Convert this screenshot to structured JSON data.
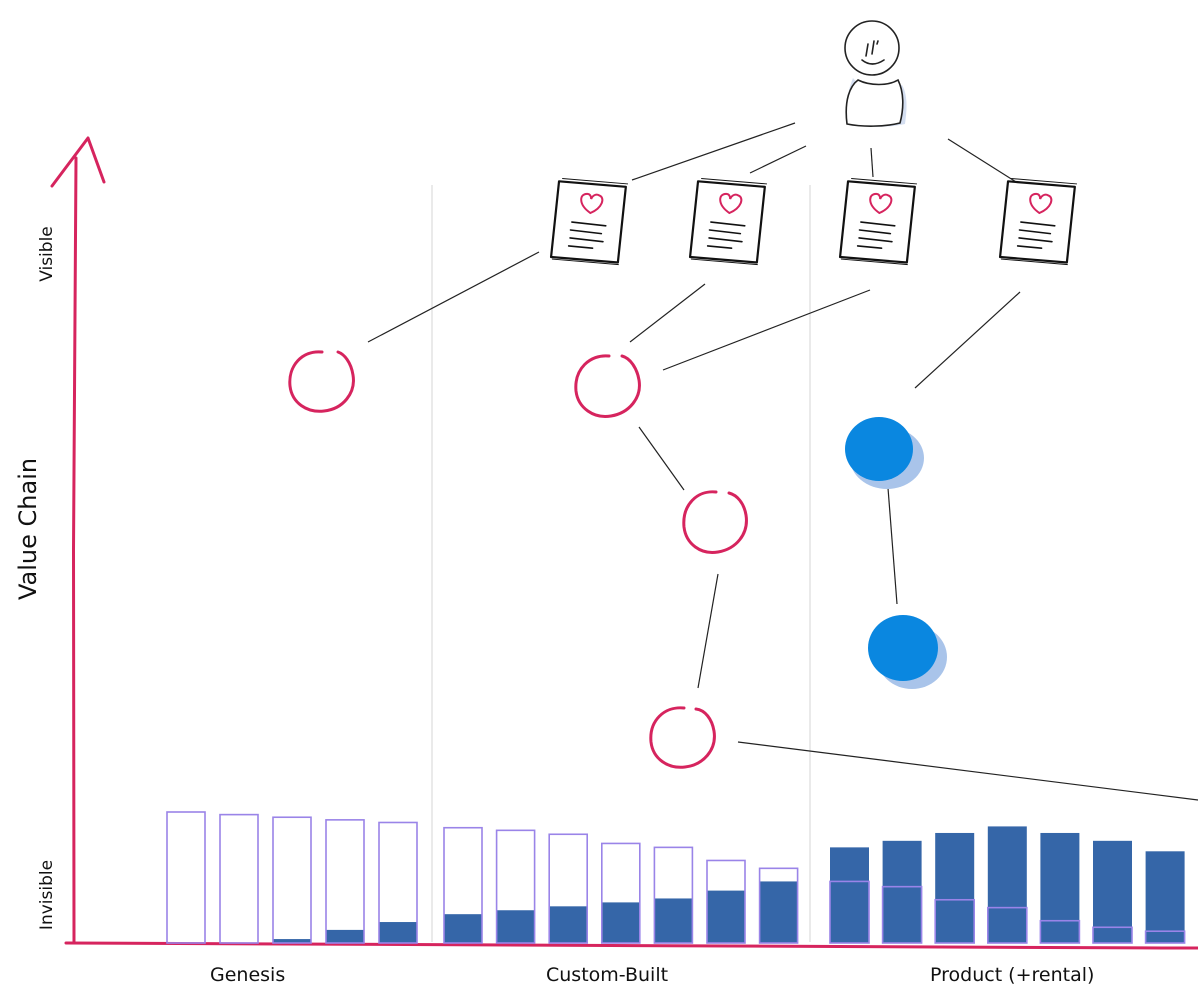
{
  "axis": {
    "y_title": "Value Chain",
    "y_top": "Visible",
    "y_bottom": "Invisible"
  },
  "stages": [
    "Genesis",
    "Custom-Built",
    "Product (+rental)"
  ],
  "colors": {
    "axis": "#d6245e",
    "outline_node": "#d6245e",
    "filled_node": "#0a87e0",
    "bar_fill": "#3566a8",
    "bar_outline": "#9a84e8",
    "divider": "#dddddd",
    "link": "#222222"
  },
  "icons": [
    "user-icon",
    "document-heart-icon",
    "document-heart-icon",
    "document-heart-icon",
    "document-heart-icon"
  ],
  "evolution_bars": {
    "genesis": [
      {
        "outline": 1.0,
        "fill": 0.0
      },
      {
        "outline": 0.98,
        "fill": 0.0
      },
      {
        "outline": 0.96,
        "fill": 0.03
      },
      {
        "outline": 0.94,
        "fill": 0.1
      },
      {
        "outline": 0.92,
        "fill": 0.16
      }
    ],
    "custom_built": [
      {
        "outline": 0.88,
        "fill": 0.22
      },
      {
        "outline": 0.86,
        "fill": 0.25
      },
      {
        "outline": 0.83,
        "fill": 0.28
      },
      {
        "outline": 0.76,
        "fill": 0.31
      },
      {
        "outline": 0.73,
        "fill": 0.34
      },
      {
        "outline": 0.63,
        "fill": 0.4
      },
      {
        "outline": 0.57,
        "fill": 0.47
      }
    ],
    "product": [
      {
        "outline": 0.47,
        "fill": 0.73
      },
      {
        "outline": 0.43,
        "fill": 0.78
      },
      {
        "outline": 0.33,
        "fill": 0.84
      },
      {
        "outline": 0.27,
        "fill": 0.89
      },
      {
        "outline": 0.17,
        "fill": 0.84
      },
      {
        "outline": 0.12,
        "fill": 0.78
      },
      {
        "outline": 0.09,
        "fill": 0.7
      }
    ]
  }
}
